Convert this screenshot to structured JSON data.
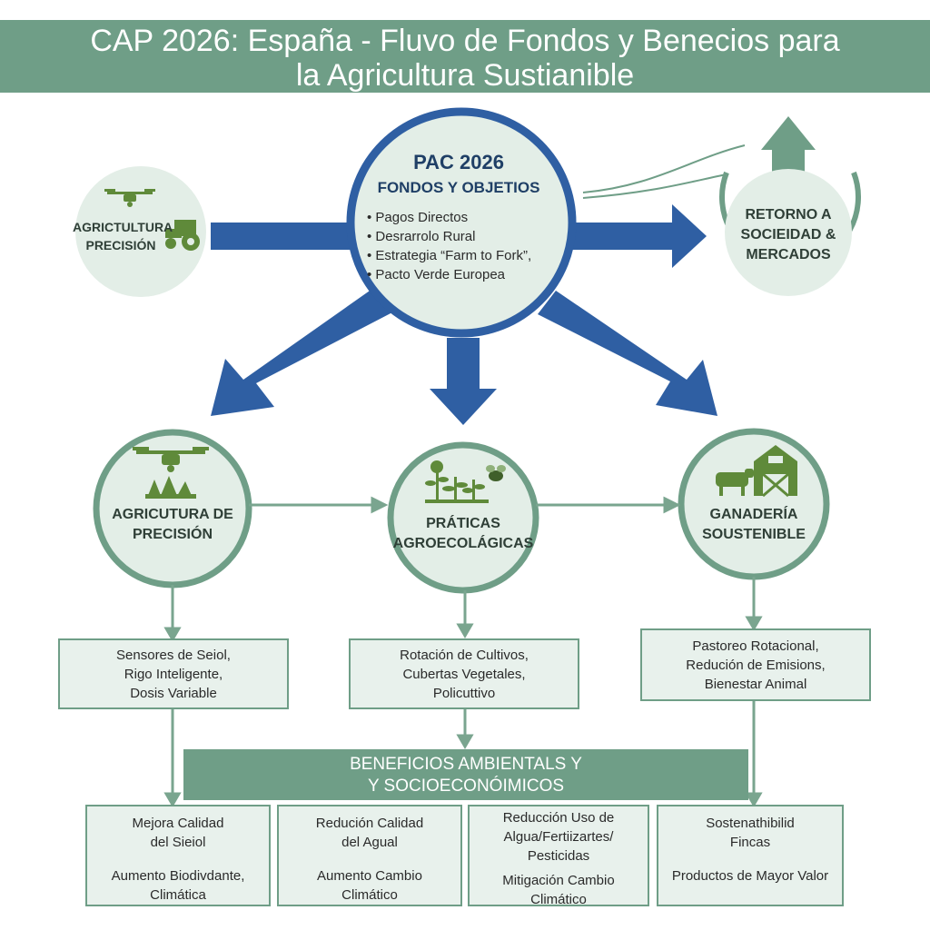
{
  "title": {
    "line1": "CAP 2026: España - Fluvo de Fondos y Benecios para",
    "line2": "la Agricultura Sustianible"
  },
  "center": {
    "title": "PAC 2026",
    "subtitle": "FONDOS Y OBJETIOS",
    "items": [
      "Pagos Directos",
      "Desrarrolo Rural",
      "Estrategia “Farm to Fork”,",
      "Pacto Verde Europea"
    ]
  },
  "left_node": {
    "line1": "AGRICTULTURA",
    "line2": "PRECISIÓN"
  },
  "right_node": {
    "line1": "RETORNO A",
    "line2": "SOCIEIDAD &",
    "line3": "MERCADOS"
  },
  "nodes": [
    {
      "line1": "AGRICUTURA DE",
      "line2": "PRECISIÓN"
    },
    {
      "line1": "PRÁTICAS",
      "line2": "AGROECOLÁGICAS"
    },
    {
      "line1": "GANADERÍA",
      "line2": "SOUSTENIBLE"
    }
  ],
  "practice_boxes": [
    [
      "Sensores de Seiol,",
      "Rigo Inteligente,",
      "Dosis Variable"
    ],
    [
      "Rotación de Cultivos,",
      "Cubertas Vegetales,",
      "Policuttivo"
    ],
    [
      "Pastoreo Rotacional,",
      "Redución de Emisions,",
      "Bienestar Animal"
    ]
  ],
  "benefits_banner": {
    "line1": "BENEFICIOS AMBIENTALS Y",
    "line2": "Y SOCIOECONÓIMICOS"
  },
  "benefit_boxes": [
    {
      "a1": "Mejora Calidad",
      "a2": "del Sieiol",
      "b1": "Aumento Biodivdante,",
      "b2": "Climática"
    },
    {
      "a1": "Redución Calidad",
      "a2": "del Agual",
      "b1": "Aumento Cambio",
      "b2": "Climático"
    },
    {
      "a1": "Reducción Uso de",
      "a2": "Algua/Fertiizartes/",
      "a3": "Pesticidas",
      "b1": "Mitigación Cambio",
      "b2": "Climático"
    },
    {
      "a1": "Sostenathibilid",
      "a2": "Fincas",
      "b1": "Productos de Mayor Valor",
      "b2": ""
    }
  ],
  "colors": {
    "green": "#6f9e87",
    "green_light": "#e8f1ec",
    "blue": "#2f5fa3",
    "icon_green": "#5f8a3a"
  },
  "icons": [
    "drone-icon",
    "tractor-icon",
    "plants-icon",
    "bee-icon",
    "cow-icon",
    "barn-icon",
    "up-arrow-icon"
  ]
}
